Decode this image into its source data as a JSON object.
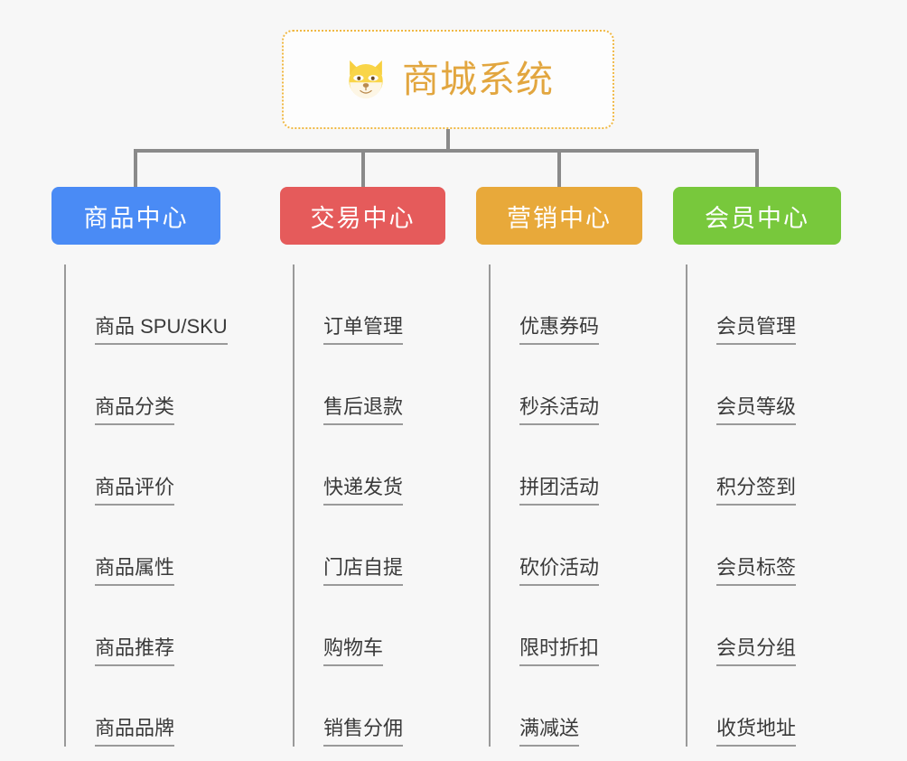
{
  "page": {
    "background_color": "#f7f7f7",
    "diagram_type": "mind-map"
  },
  "root": {
    "title": "商城系统",
    "icon": "shiba-dog-face-icon",
    "text_color": "#e2a63f",
    "border_color": "#f0b843",
    "background_color": "#fdfdfd"
  },
  "branches": [
    {
      "title": "商品中心",
      "color": "#4a8bf5",
      "items": [
        "商品 SPU/SKU",
        "商品分类",
        "商品评价",
        "商品属性",
        "商品推荐",
        "商品品牌"
      ]
    },
    {
      "title": "交易中心",
      "color": "#e55b5b",
      "items": [
        "订单管理",
        "售后退款",
        "快递发货",
        "门店自提",
        "购物车",
        "销售分佣"
      ]
    },
    {
      "title": "营销中心",
      "color": "#e8a93a",
      "items": [
        "优惠券码",
        "秒杀活动",
        "拼团活动",
        "砍价活动",
        "限时折扣",
        "满减送"
      ]
    },
    {
      "title": "会员中心",
      "color": "#78c83c",
      "items": [
        "会员管理",
        "会员等级",
        "积分签到",
        "会员标签",
        "会员分组",
        "收货地址"
      ]
    }
  ]
}
